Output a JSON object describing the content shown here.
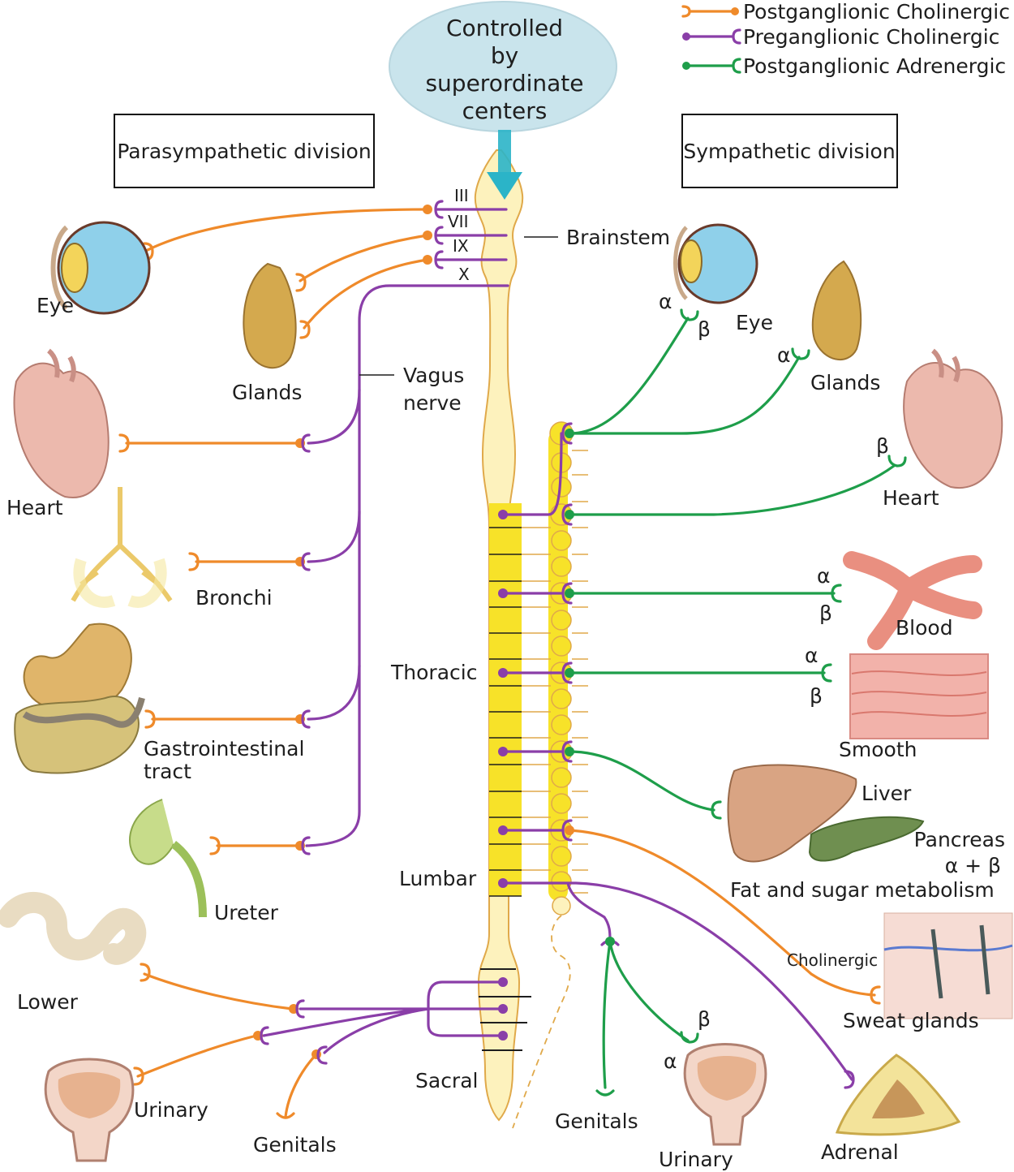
{
  "colors": {
    "postganglionic_cholinergic": "#ef8a2a",
    "preganglionic_cholinergic": "#8a3ea8",
    "postganglionic_adrenergic": "#1e9e4a",
    "cord_fill": "#fdf2bd",
    "cord_stroke": "#e0a94a",
    "thoracic_fill": "#f7e229",
    "cloud_fill": "#c9e4ec",
    "arrow": "#2bb4c8"
  },
  "legend": {
    "postganglionic_cholinergic": "Postganglionic Cholinergic",
    "preganglionic_cholinergic": "Preganglionic Cholinergic",
    "postganglionic_adrenergic": "Postganglionic Adrenergic"
  },
  "control": {
    "line1": "Controlled",
    "line2": "by",
    "line3": "superordinate",
    "line4": "centers"
  },
  "divisions": {
    "parasympathetic": "Parasympathetic division",
    "sympathetic": "Sympathetic division"
  },
  "cranial_nerves": {
    "iii": "III",
    "vii": "VII",
    "ix": "IX",
    "x": "X"
  },
  "cord_regions": {
    "brainstem": "Brainstem",
    "thoracic": "Thoracic",
    "lumbar": "Lumbar",
    "sacral": "Sacral"
  },
  "vagus": {
    "line1": "Vagus",
    "line2": "nerve"
  },
  "parasympathetic_organs": {
    "eye": "Eye",
    "glands": "Glands",
    "heart": "Heart",
    "bronchi": "Bronchi",
    "gi_line1": "Gastrointestinal",
    "gi_line2": "tract",
    "ureter": "Ureter",
    "lower": "Lower",
    "urinary": "Urinary",
    "genitals": "Genitals"
  },
  "sympathetic_organs": {
    "eye": "Eye",
    "glands": "Glands",
    "heart": "Heart",
    "blood": "Blood",
    "smooth": "Smooth",
    "liver": "Liver",
    "pancreas": "Pancreas",
    "pancreas_receptors": "α + β",
    "metabolism": "Fat and sugar metabolism",
    "cholinergic": "Cholinergic",
    "sweat_glands": "Sweat glands",
    "genitals": "Genitals",
    "urinary": "Urinary",
    "adrenal": "Adrenal"
  },
  "receptors": {
    "alpha": "α",
    "beta": "β"
  }
}
